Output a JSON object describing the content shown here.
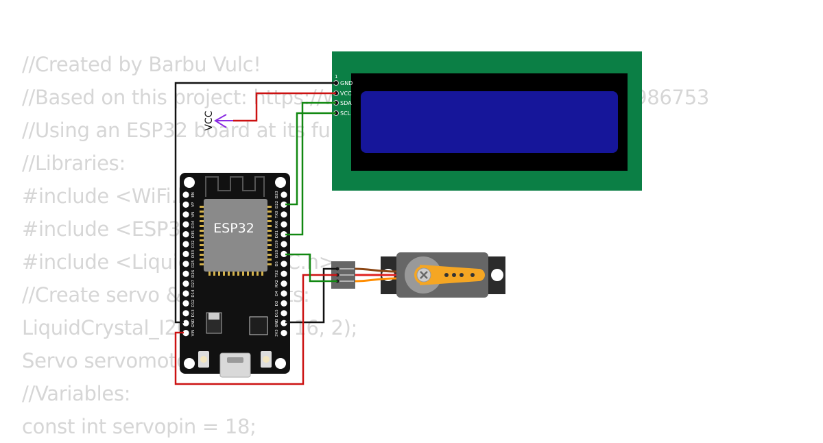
{
  "code_lines": [
    "//Created by Barbu Vulc!",
    "//Based on this project: https://wokwi.com/projects/357989542986753",
    "//Using an ESP32 board at its full potential!",
    "//Libraries:",
    "#include <WiFi.h>",
    "#include <ESP32Servo.h>",
    "#include <LiquidCrystal_I2C.h>",
    "//Create servo & LCD objects:",
    "LiquidCrystal_I2C lcd(0x27, 16, 2);",
    "Servo servomotor;",
    "//Variables:",
    "const int servopin = 18;"
  ],
  "lcd": {
    "pin_index": "1",
    "pins": [
      "GND",
      "VCC",
      "SDA",
      "SCL"
    ],
    "color": "#0b7f45",
    "screen_color": "#16169a"
  },
  "vcc_label": "VCC",
  "esp32": {
    "label": "ESP32",
    "left_pins": [
      "EN",
      "VP",
      "VN",
      "D34",
      "D35",
      "D32",
      "D33",
      "D25",
      "D26",
      "D27",
      "D14",
      "D12",
      "D13",
      "GND",
      "VIN"
    ],
    "right_pins": [
      "D23",
      "D22",
      "TX0",
      "RX0",
      "D21",
      "D19",
      "D18",
      "D5",
      "TX2",
      "RX2",
      "D4",
      "D2",
      "D15",
      "GND",
      "3V3"
    ]
  },
  "wire_colors": {
    "gnd": "#111111",
    "vcc": "#cc1111",
    "signal": "#118811",
    "vcc_label": "#8a2be2"
  }
}
